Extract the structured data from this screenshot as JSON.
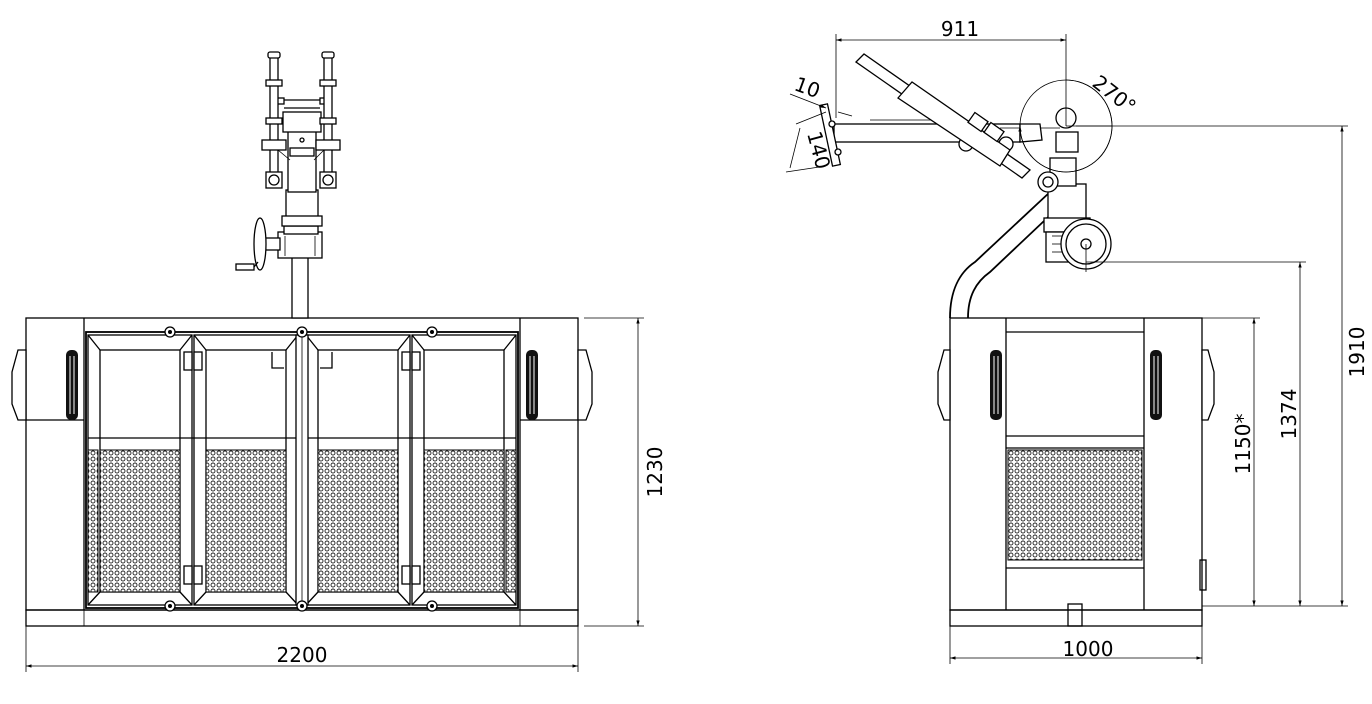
{
  "front_view": {
    "width_dim": "2200",
    "height_dim": "1230"
  },
  "side_view": {
    "reach_dim": "911",
    "plate_thickness_dim": "10",
    "plate_width_dim": "140",
    "rotation_dim": "270°",
    "overall_height_dim": "1910",
    "axis_height_dim": "1374",
    "basket_height_dim": "1150*",
    "depth_dim": "1000"
  }
}
